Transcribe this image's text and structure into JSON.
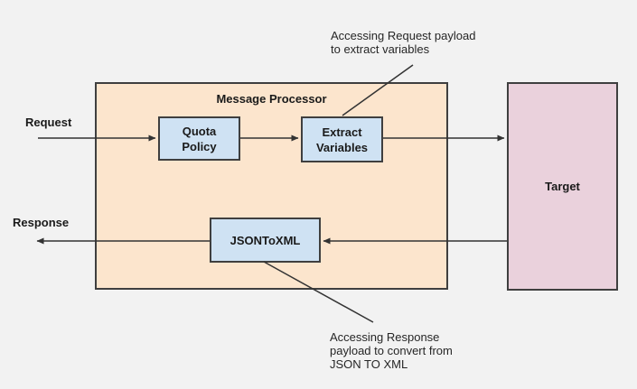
{
  "colors": {
    "background": "#f2f2f2",
    "processor_fill": "#fce5cd",
    "policy_fill": "#cfe2f3",
    "target_fill": "#ead1dc",
    "border": "#3f3f3f",
    "arrow": "#333333"
  },
  "labels": {
    "request": "Request",
    "response": "Response"
  },
  "processor": {
    "title": "Message Processor",
    "nodes": {
      "quota_policy": "Quota\nPolicy",
      "extract_variables": "Extract\nVariables",
      "json_to_xml": "JSONToXML"
    }
  },
  "target": {
    "label": "Target"
  },
  "annotations": {
    "request_payload": "Accessing Request payload\nto extract variables",
    "response_payload": "Accessing Response\npayload to convert from\nJSON TO XML"
  }
}
